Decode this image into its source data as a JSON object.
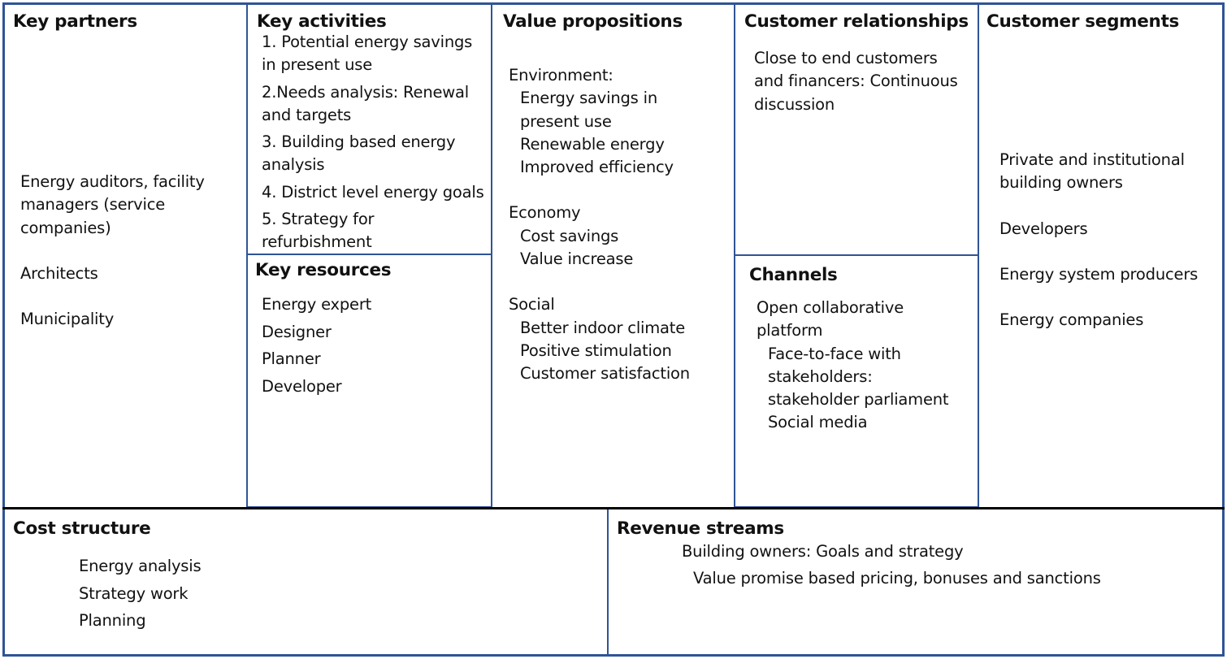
{
  "key_partners": {
    "title": "Key partners",
    "items": [
      "Energy auditors, facility",
      "managers (service",
      "companies)",
      "Architects",
      "Municipality"
    ]
  },
  "key_activities": {
    "title": "Key activities",
    "items": [
      "1. Potential energy savings",
      "in present use",
      "2.Needs analysis: Renewal",
      "and targets",
      "3. Building  based energy",
      "analysis",
      "4. District level energy goals",
      "5. Strategy for",
      "refurbishment"
    ]
  },
  "key_resources": {
    "title": "Key resources",
    "items": [
      "Energy expert",
      "Designer",
      "Planner",
      "Developer"
    ]
  },
  "value_propositions": {
    "title": "Value propositions",
    "environment": {
      "heading": "Environment:",
      "items": [
        "Energy savings in",
        "present use",
        "Renewable energy",
        "Improved efficiency"
      ]
    },
    "economy": {
      "heading": "Economy",
      "items": [
        "Cost savings",
        "Value increase"
      ]
    },
    "social": {
      "heading": "Social",
      "items": [
        "Better indoor climate",
        "Positive stimulation",
        "Customer satisfaction"
      ]
    }
  },
  "customer_relationships": {
    "title": "Customer relationships",
    "items": [
      "Close to end customers",
      "and financers: Continuous",
      "discussion"
    ]
  },
  "channels": {
    "title": "Channels",
    "items": [
      "Open collaborative",
      "platform",
      "Face-to-face with",
      "stakeholders:",
      "stakeholder parliament",
      "Social media"
    ]
  },
  "customer_segments": {
    "title": "Customer segments",
    "items": [
      "Private and institutional",
      "building owners",
      "Developers",
      "Energy system producers",
      "Energy companies"
    ]
  },
  "cost_structure": {
    "title": "Cost structure",
    "items": [
      "Energy analysis",
      "Strategy work",
      "Planning"
    ]
  },
  "revenue_streams": {
    "title": "Revenue streams",
    "items": [
      "Building owners: Goals and strategy",
      "Value promise based pricing, bonuses and sanctions"
    ]
  },
  "colors": {
    "border": "#2f5496",
    "divider": "#000000",
    "text": "#111111"
  }
}
